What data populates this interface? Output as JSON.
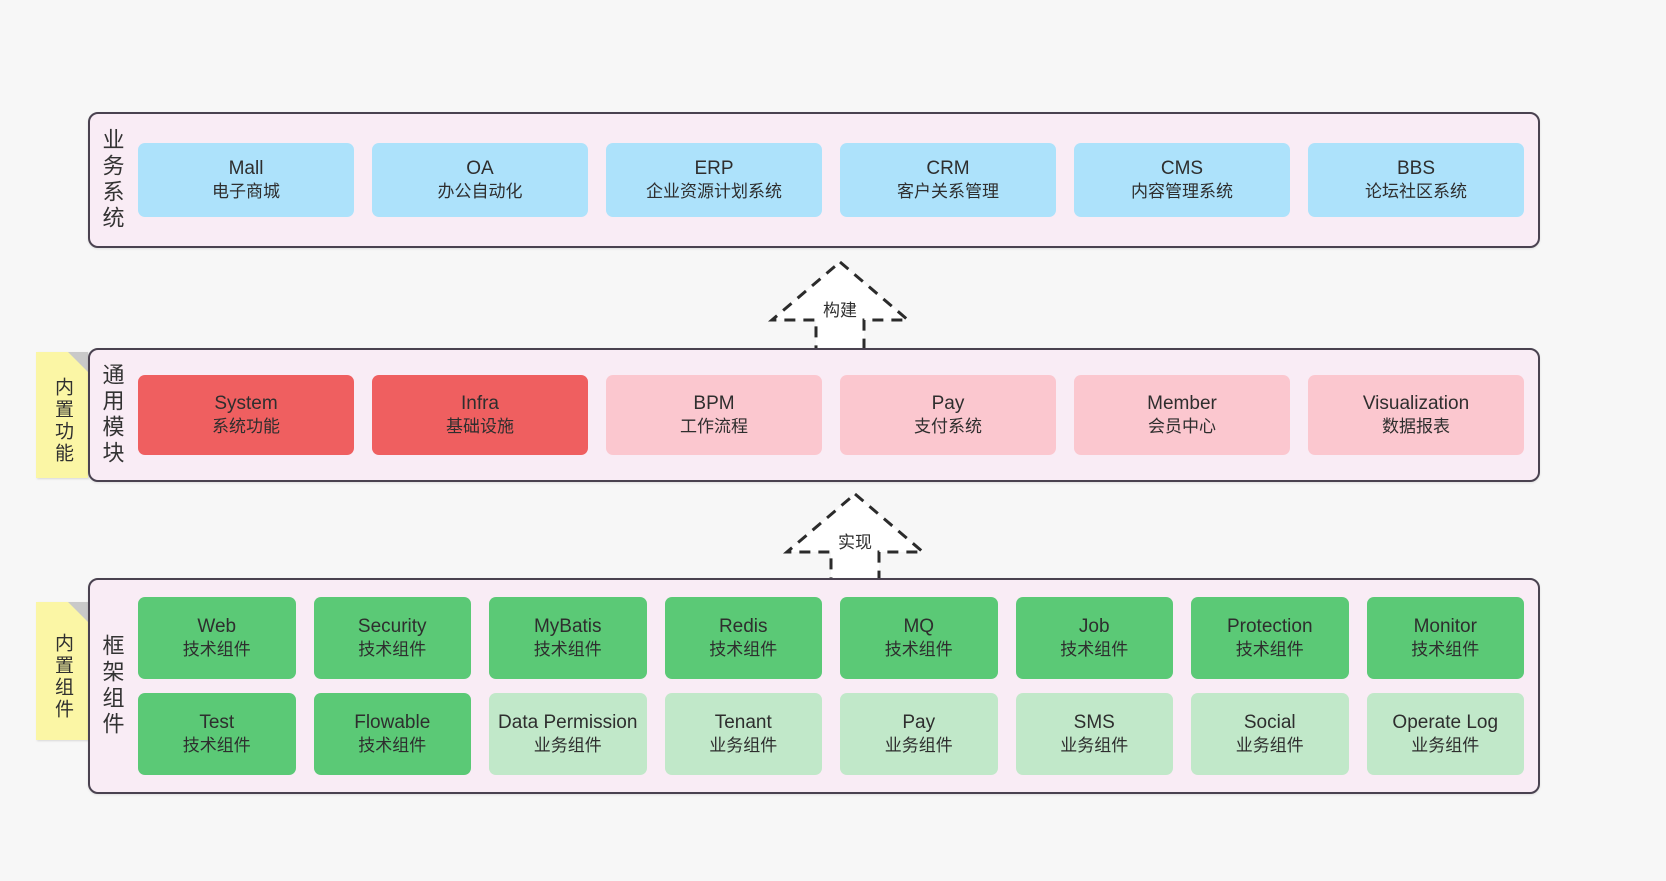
{
  "diagram": {
    "background_color": "#f7f7f7",
    "panel_color": "#f9ecf5",
    "panel_border_color": "#4a4250",
    "note_color": "#fbf6a5"
  },
  "layers": [
    {
      "id": "business",
      "title": "业务系统",
      "note": null,
      "rows": [
        {
          "cells": [
            {
              "name": "Mall",
              "sub": "电子商城",
              "color": "#ade2fb",
              "variant": "c-blue"
            },
            {
              "name": "OA",
              "sub": "办公自动化",
              "color": "#ade2fb",
              "variant": "c-blue"
            },
            {
              "name": "ERP",
              "sub": "企业资源计划系统",
              "color": "#ade2fb",
              "variant": "c-blue"
            },
            {
              "name": "CRM",
              "sub": "客户关系管理",
              "color": "#ade2fb",
              "variant": "c-blue"
            },
            {
              "name": "CMS",
              "sub": "内容管理系统",
              "color": "#ade2fb",
              "variant": "c-blue"
            },
            {
              "name": "BBS",
              "sub": "论坛社区系统",
              "color": "#ade2fb",
              "variant": "c-blue"
            }
          ]
        }
      ]
    },
    {
      "id": "common",
      "title": "通用模块",
      "note": "内置功能",
      "rows": [
        {
          "cells": [
            {
              "name": "System",
              "sub": "系统功能",
              "color": "#ef5f60",
              "variant": "c-red"
            },
            {
              "name": "Infra",
              "sub": "基础设施",
              "color": "#ef5f60",
              "variant": "c-red"
            },
            {
              "name": "BPM",
              "sub": "工作流程",
              "color": "#fbc7cf",
              "variant": "c-pink"
            },
            {
              "name": "Pay",
              "sub": "支付系统",
              "color": "#fbc7cf",
              "variant": "c-pink"
            },
            {
              "name": "Member",
              "sub": "会员中心",
              "color": "#fbc7cf",
              "variant": "c-pink"
            },
            {
              "name": "Visualization",
              "sub": "数据报表",
              "color": "#fbc7cf",
              "variant": "c-pink"
            }
          ]
        }
      ]
    },
    {
      "id": "framework",
      "title": "框架组件",
      "note": "内置组件",
      "rows": [
        {
          "cells": [
            {
              "name": "Web",
              "sub": "技术组件",
              "color": "#5bc976",
              "variant": "c-green"
            },
            {
              "name": "Security",
              "sub": "技术组件",
              "color": "#5bc976",
              "variant": "c-green"
            },
            {
              "name": "MyBatis",
              "sub": "技术组件",
              "color": "#5bc976",
              "variant": "c-green"
            },
            {
              "name": "Redis",
              "sub": "技术组件",
              "color": "#5bc976",
              "variant": "c-green"
            },
            {
              "name": "MQ",
              "sub": "技术组件",
              "color": "#5bc976",
              "variant": "c-green"
            },
            {
              "name": "Job",
              "sub": "技术组件",
              "color": "#5bc976",
              "variant": "c-green"
            },
            {
              "name": "Protection",
              "sub": "技术组件",
              "color": "#5bc976",
              "variant": "c-green"
            },
            {
              "name": "Monitor",
              "sub": "技术组件",
              "color": "#5bc976",
              "variant": "c-green"
            }
          ]
        },
        {
          "cells": [
            {
              "name": "Test",
              "sub": "技术组件",
              "color": "#5bc976",
              "variant": "c-green"
            },
            {
              "name": "Flowable",
              "sub": "技术组件",
              "color": "#5bc976",
              "variant": "c-green"
            },
            {
              "name": "Data Permission",
              "sub": "业务组件",
              "color": "#c1e8c9",
              "variant": "c-lgreen"
            },
            {
              "name": "Tenant",
              "sub": "业务组件",
              "color": "#c1e8c9",
              "variant": "c-lgreen"
            },
            {
              "name": "Pay",
              "sub": "业务组件",
              "color": "#c1e8c9",
              "variant": "c-lgreen"
            },
            {
              "name": "SMS",
              "sub": "业务组件",
              "color": "#c1e8c9",
              "variant": "c-lgreen"
            },
            {
              "name": "Social",
              "sub": "业务组件",
              "color": "#c1e8c9",
              "variant": "c-lgreen"
            },
            {
              "name": "Operate Log",
              "sub": "业务组件",
              "color": "#c1e8c9",
              "variant": "c-lgreen"
            }
          ]
        }
      ]
    }
  ],
  "connectors": [
    {
      "id": "build",
      "label": "构建",
      "from": "common",
      "to": "business",
      "style": "dashed-hollow-arrow-up"
    },
    {
      "id": "impl",
      "label": "实现",
      "from": "framework",
      "to": "common",
      "style": "dashed-hollow-arrow-up"
    }
  ]
}
